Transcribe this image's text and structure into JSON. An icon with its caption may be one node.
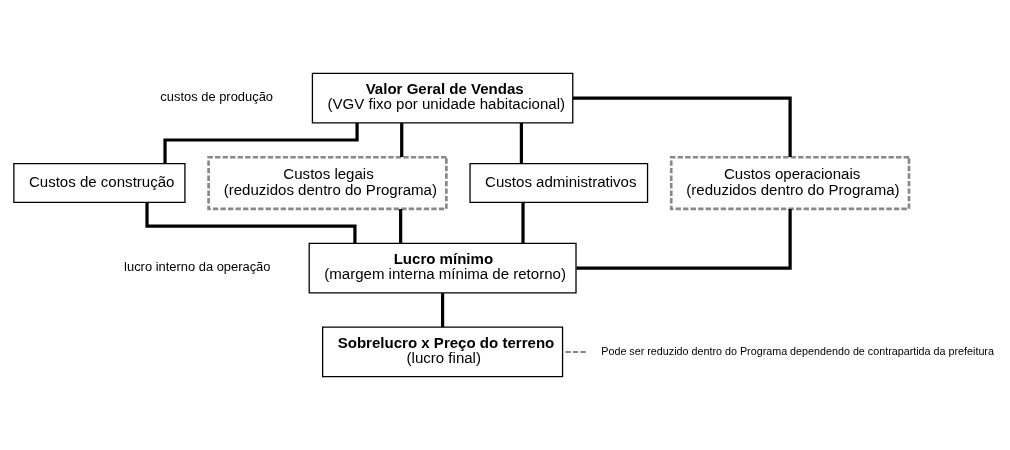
{
  "diagram": {
    "nodes": [
      {
        "text": [
          "Valor Geral de Vendas",
          "(VGV fixo por unidade habitacional)"
        ]
      },
      {
        "text": [
          "Custos de construção"
        ]
      },
      {
        "text": [
          "Custos legais",
          "(reduzidos dentro do Programa)"
        ]
      },
      {
        "text": [
          "Custos administrativos"
        ]
      },
      {
        "text": [
          "Custos operacionais",
          "(reduzidos dentro do Programa)"
        ]
      },
      {
        "text": [
          "Lucro mínimo",
          "(margem interna mínima de retorno)"
        ]
      },
      {
        "text": [
          "Sobrelucro x Preço do terreno",
          "(lucro final)"
        ]
      },
      {
        "text": [
          "Pode ser reduzido dentro do Programa dependendo de contrapartida da prefeitura"
        ]
      }
    ],
    "edges": [
      {
        "from": 0,
        "to": 1,
        "arrow": "none"
      },
      {
        "from": 0,
        "to": 2,
        "arrow": "none"
      },
      {
        "from": 0,
        "to": 3,
        "arrow": "none"
      },
      {
        "from": 0,
        "to": 4,
        "arrow": "none"
      },
      {
        "from": 1,
        "to": 5,
        "arrow": "none"
      },
      {
        "from": 2,
        "to": 5,
        "arrow": "none"
      },
      {
        "from": 3,
        "to": 5,
        "arrow": "none"
      },
      {
        "from": 4,
        "to": 5,
        "arrow": "none"
      },
      {
        "from": 5,
        "to": 6,
        "arrow": "none"
      },
      {
        "from": 7,
        "to": 6,
        "arrow": "none",
        "style": "dashed",
        "color": "#888888"
      }
    ],
    "labels": [
      "custos de produção",
      "lucro interno da operação"
    ]
  }
}
